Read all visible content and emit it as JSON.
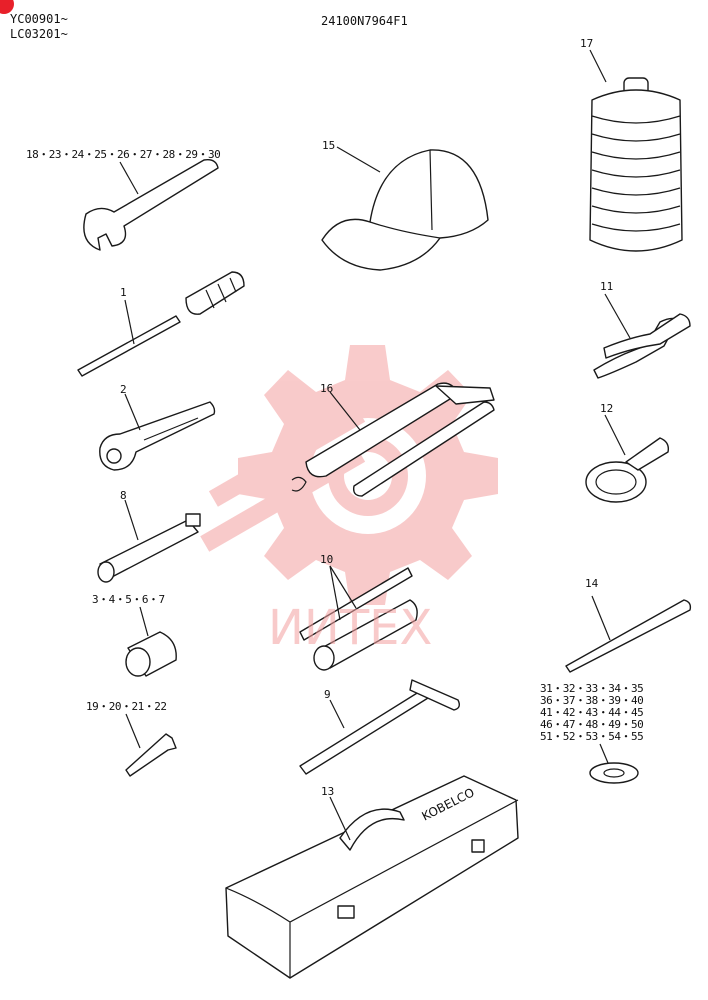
{
  "header": {
    "serial_1": "YC00901~",
    "serial_2": "LC03201~",
    "drawing_number": "24100N7964F1"
  },
  "watermark": {
    "text": "ИИТЕХ",
    "color": "#f4a0a0"
  },
  "colors": {
    "line": "#1a1a1a",
    "badge": "#e8202a",
    "watermark": "#f4a0a0"
  },
  "callouts": {
    "c17": "17",
    "c18": "18・23・24・25・26・27・28・29・30",
    "c15": "15",
    "c1": "1",
    "c11": "11",
    "c2": "2",
    "c16": "16",
    "c12": "12",
    "c8": "8",
    "c10": "10",
    "c14": "14",
    "c3": "3・4・5・6・7",
    "c9": "9",
    "c19": "19・20・21・22",
    "c13": "13",
    "washers": [
      "31・32・33・34・35",
      "36・37・38・39・40",
      "41・42・43・44・45",
      "46・47・48・49・50",
      "51・52・53・54・55"
    ]
  },
  "toolbox": {
    "brand": "KOBELCO"
  }
}
